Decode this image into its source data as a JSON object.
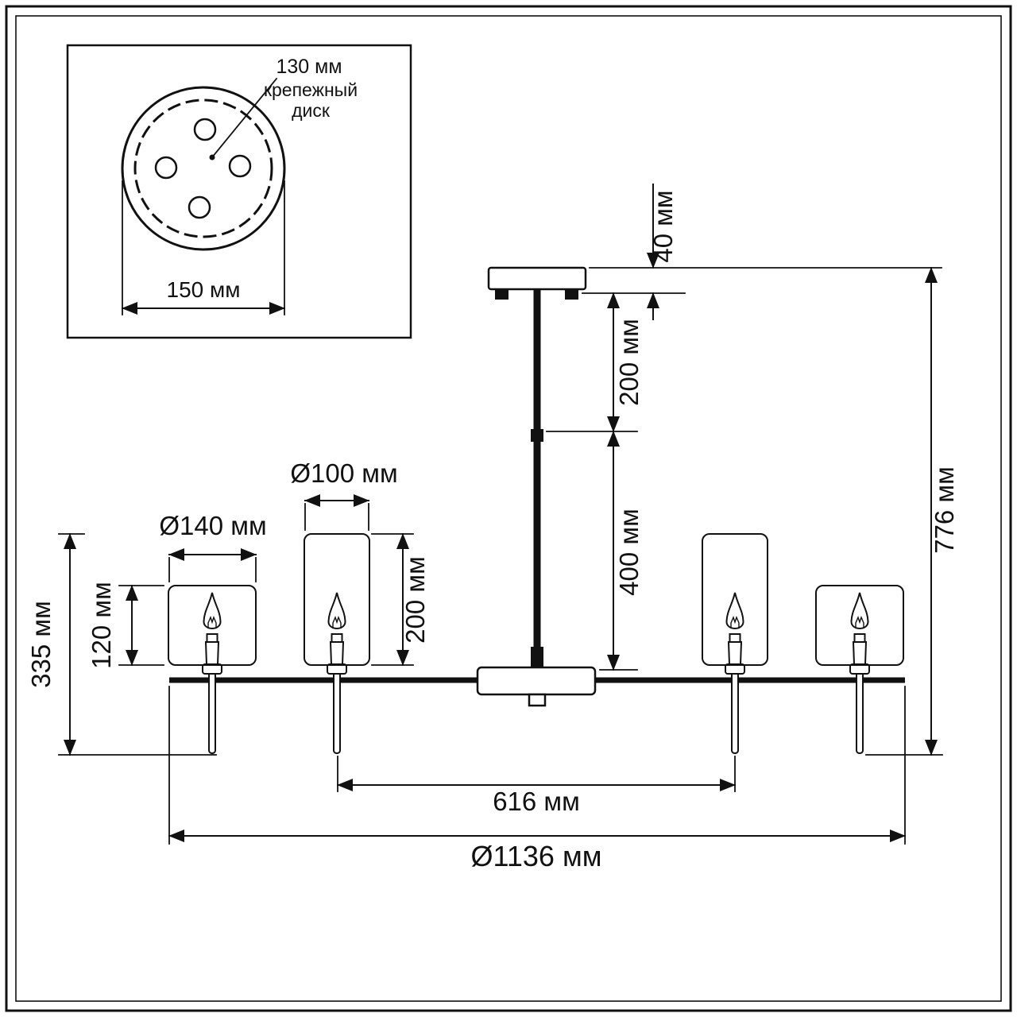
{
  "diagram": {
    "inset": {
      "disc_diameter": "130 мм",
      "disc_label_line1": "крепежный",
      "disc_label_line2": "диск",
      "base_width": "150 мм"
    },
    "dimensions": {
      "canopy_height": "40 мм",
      "upper_rod_length": "200 мм",
      "lower_rod_length": "400 мм",
      "total_height": "776 мм",
      "inner_shade_diameter": "Ø100 мм",
      "outer_shade_diameter": "Ø140 мм",
      "outer_shade_height": "120 мм",
      "inner_shade_height": "200 мм",
      "lamp_assembly_height": "335 мм",
      "inner_lamp_span": "616 мм",
      "total_diameter": "Ø1136 мм"
    },
    "colors": {
      "ink": "#111111",
      "paper": "#ffffff"
    }
  }
}
